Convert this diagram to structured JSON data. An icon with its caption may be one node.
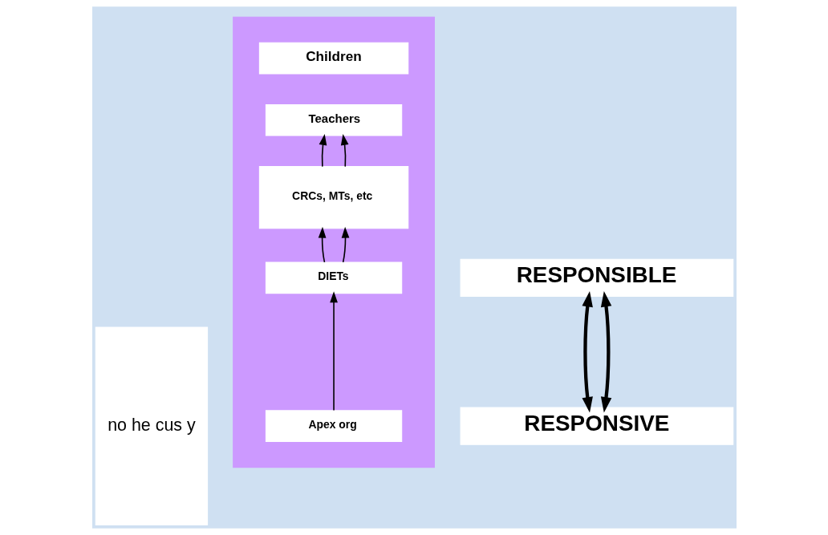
{
  "diagram": {
    "nodes": [
      {
        "text": [
          "no he cus y"
        ]
      },
      {
        "text": [],
        "shape": "triangle"
      },
      {
        "text": [
          "Children"
        ],
        "in": 1
      },
      {
        "text": [
          "Teachers"
        ],
        "in": 1
      },
      {
        "text": [
          "CRCs, MTs, etc"
        ],
        "in": 1
      },
      {
        "text": [
          "DIETs"
        ],
        "in": 1
      },
      {
        "text": [
          "Apex org"
        ],
        "in": 1
      },
      {
        "text": [
          "RESPONSIBLE"
        ]
      },
      {
        "text": [
          "RESPONSIVE"
        ]
      }
    ],
    "edges": [
      {
        "from": 4,
        "to": 3,
        "arrow": "to"
      },
      {
        "from": 4,
        "to": 3,
        "arrow": "to"
      },
      {
        "from": 5,
        "to": 4,
        "arrow": "to"
      },
      {
        "from": 5,
        "to": 4,
        "arrow": "to"
      },
      {
        "from": 6,
        "to": 5,
        "arrow": "to"
      },
      {
        "from": 7,
        "to": 8,
        "arrow": "both",
        "style": "thick"
      },
      {
        "from": 7,
        "to": 8,
        "arrow": "both",
        "style": "thick"
      }
    ]
  }
}
